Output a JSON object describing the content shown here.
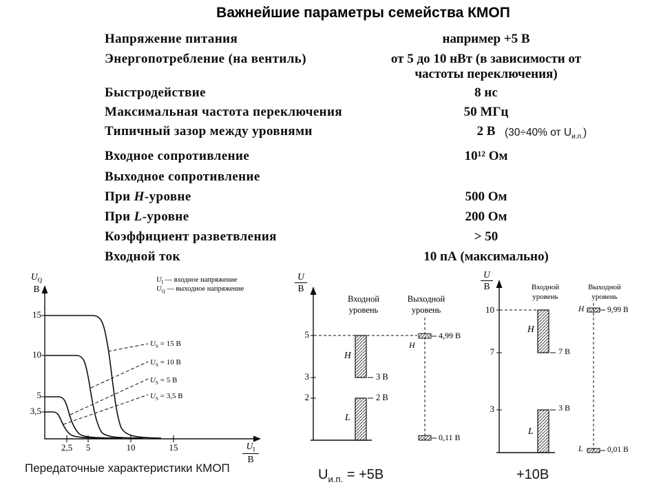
{
  "title": "Важнейшие параметры семейства КМОП",
  "params": {
    "rows": [
      {
        "label": "Напряжение питания",
        "value": "например +5 В"
      },
      {
        "label": "Энергопотребление (на вентиль)",
        "value": "от 5 до 10 нВт (в зависимости от частоты переключения)"
      },
      {
        "label": "Быстродействие",
        "value": "8 нс"
      },
      {
        "label": "Максимальная частота переключения",
        "value": "50 МГц"
      },
      {
        "label": "Типичный зазор между уровнями",
        "value": "2 В",
        "note_prefix": "(30÷40% от U",
        "note_sub": "и.п.",
        "note_suffix": ")"
      },
      {
        "label": "Входное сопротивление",
        "value": "10¹² Ом"
      },
      {
        "label": "Выходное сопротивление",
        "value": ""
      },
      {
        "label_parts": [
          "При ",
          "H",
          "-уровне"
        ],
        "value": "500 Ом"
      },
      {
        "label_parts": [
          "При ",
          "L",
          "-уровне"
        ],
        "value": "200 Ом"
      },
      {
        "label": "Коэффициент разветвления",
        "value": "> 50"
      },
      {
        "label": "Входной ток",
        "value": "10 пА (максимально)"
      }
    ]
  },
  "transfer_chart": {
    "y_label": {
      "sym": "U",
      "sub": "Q",
      "unit": "В"
    },
    "x_label": {
      "sym": "U",
      "sub": "I",
      "unit": "В"
    },
    "legend": [
      {
        "sym": "U",
        "sub": "I",
        "text": " — входное напряжение"
      },
      {
        "sym": "U",
        "sub": "Q",
        "text": " — выходное напряжение"
      }
    ],
    "y_ticks": [
      "15",
      "10",
      "5",
      "3,5"
    ],
    "x_ticks": [
      "2,5",
      "5",
      "10",
      "15"
    ],
    "curve_labels": [
      {
        "sym": "U",
        "sub": "S",
        "text": " = 15 В"
      },
      {
        "sym": "U",
        "sub": "S",
        "text": " = 10 В"
      },
      {
        "sym": "U",
        "sub": "S",
        "text": " = 5 В"
      },
      {
        "sym": "U",
        "sub": "S",
        "text": " = 3,5 В"
      }
    ]
  },
  "level5": {
    "axis": {
      "sym": "U",
      "unit": "В"
    },
    "input_header": "Входной уровень",
    "output_header": "Выходной уровень",
    "ticks": [
      "5",
      "3",
      "2"
    ],
    "h": "H",
    "l": "L",
    "in_h_bottom_label": "3 В",
    "in_l_top_label": "2 В",
    "out_h": "H",
    "out_h_value": "4,99 В",
    "out_l_value": "0,11 В"
  },
  "level10": {
    "axis": {
      "sym": "U",
      "unit": "В"
    },
    "input_header": "Входной уровень",
    "output_header": "Выходной уровень",
    "ticks": [
      "10",
      "7",
      "3"
    ],
    "h": "H",
    "l": "L",
    "in_h_bottom_label": "7 В",
    "in_l_top_label": "3 В",
    "out_h": "H",
    "out_h_value": "9,99 В",
    "out_l": "L",
    "out_l_value": "0,01 В"
  },
  "captions": {
    "transfer": "Передаточные характеристики КМОП",
    "supply5": {
      "sym": "U",
      "sub": "и.п.",
      "text": " = +5В"
    },
    "supply10": "+10В"
  },
  "chart_data": [
    {
      "type": "line",
      "title": "Передаточные характеристики КМОП",
      "xlabel": "UI (входное напряжение), В",
      "ylabel": "UQ (выходное напряжение), В",
      "xlim": [
        0,
        25
      ],
      "ylim": [
        0,
        17
      ],
      "x_ticks": [
        2.5,
        5,
        10,
        15
      ],
      "y_ticks": [
        3.5,
        5,
        10,
        15
      ],
      "grid": false,
      "legend_position": "top-right",
      "series": [
        {
          "name": "US = 15 В",
          "x": [
            0,
            5.5,
            7.5,
            9.5,
            13.5
          ],
          "y": [
            15,
            15,
            7.5,
            0.5,
            0
          ]
        },
        {
          "name": "US = 10 В",
          "x": [
            0,
            3.8,
            5.0,
            6.5,
            11.0
          ],
          "y": [
            10,
            10,
            5.0,
            0.5,
            0
          ]
        },
        {
          "name": "US = 5 В",
          "x": [
            0,
            1.7,
            2.5,
            3.6,
            8.5
          ],
          "y": [
            5,
            5,
            2.5,
            0.4,
            0
          ]
        },
        {
          "name": "US = 3,5 В",
          "x": [
            0,
            1.1,
            1.75,
            2.8,
            7.5
          ],
          "y": [
            3.5,
            3.5,
            1.75,
            0.3,
            0
          ]
        }
      ]
    },
    {
      "type": "level-diagram",
      "title": "Uи.п. = +5В",
      "ylabel": "U/В",
      "y_ticks": [
        2,
        3,
        5
      ],
      "columns": [
        "Входной уровень",
        "Выходной уровень"
      ],
      "input_levels": {
        "H": [
          3,
          5
        ],
        "L": [
          0,
          2
        ]
      },
      "output_levels": {
        "H": 4.99,
        "L": 0.11
      }
    },
    {
      "type": "level-diagram",
      "title": "Uи.п. = +10В",
      "ylabel": "U/В",
      "y_ticks": [
        3,
        7,
        10
      ],
      "columns": [
        "Входной уровень",
        "Выходной уровень"
      ],
      "input_levels": {
        "H": [
          7,
          10
        ],
        "L": [
          0,
          3
        ]
      },
      "output_levels": {
        "H": 9.99,
        "L": 0.01
      }
    }
  ]
}
